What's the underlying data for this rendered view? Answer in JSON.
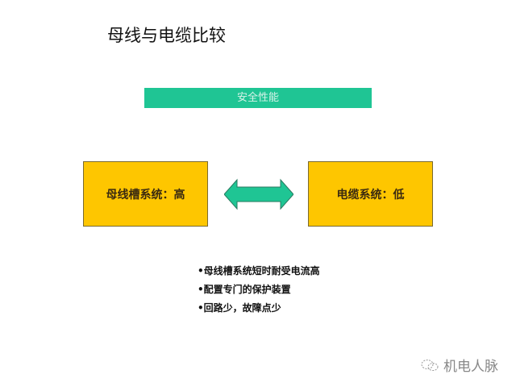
{
  "title": "母线与电缆比较",
  "banner": "安全性能",
  "left_box": "母线槽系统：高",
  "right_box": "电缆系统：低",
  "bullets": [
    "•母线槽系统短时耐受电流高",
    "•配置专门的保护装置",
    "•回路少，故障点少"
  ],
  "watermark": "机电人脉",
  "colors": {
    "banner": "#1fc594",
    "box": "#fec600",
    "arrow": "#1fc594"
  }
}
